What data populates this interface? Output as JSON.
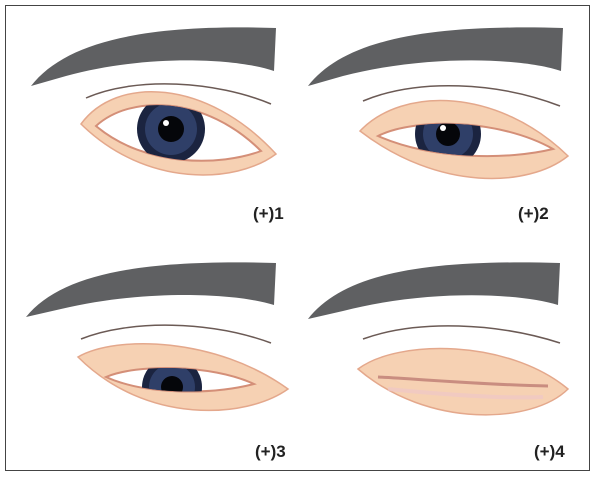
{
  "panels": [
    {
      "label": "(+)1"
    },
    {
      "label": "(+)2"
    },
    {
      "label": "(+)3"
    },
    {
      "label": "(+)4"
    }
  ],
  "colors": {
    "skin": "#f6d1b3",
    "skin_edge": "#e4a88c",
    "brow": "#5f6062",
    "iris": "#2f3f68",
    "iris_outer": "#1b2440",
    "pupil": "#05060a",
    "sclera": "#ffffff",
    "crease": "#6b5a55",
    "frame": "#444444"
  }
}
